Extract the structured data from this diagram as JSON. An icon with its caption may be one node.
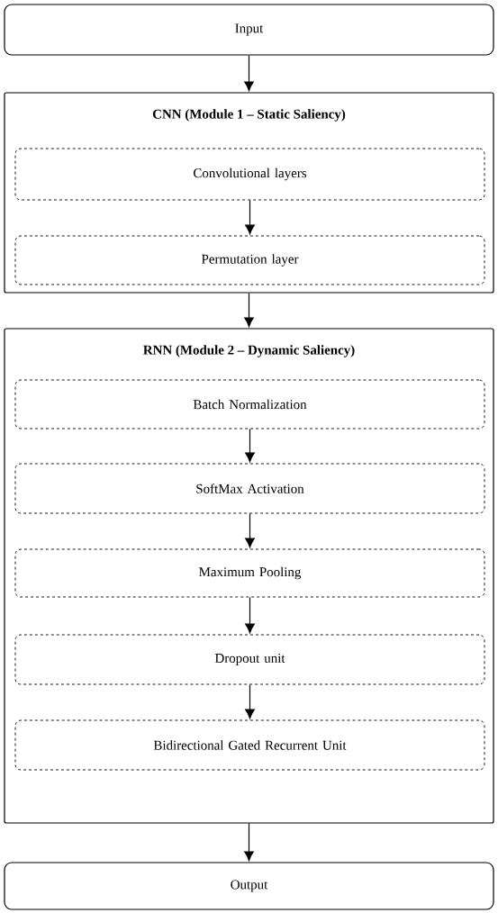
{
  "diagram": {
    "nodes": [
      {
        "text": [
          "Input"
        ]
      },
      {
        "text": [
          "CNN (Module 1 – Static Saliency)"
        ]
      },
      {
        "text": [
          "Convolutional layers"
        ],
        "in": 1
      },
      {
        "text": [
          "Permutation layer"
        ],
        "in": 1
      },
      {
        "text": [
          "RNN (Module 2 – Dynamic Saliency)"
        ]
      },
      {
        "text": [
          "Batch Normalization"
        ],
        "in": 4
      },
      {
        "text": [
          "SoftMax Activation"
        ],
        "in": 4
      },
      {
        "text": [
          "Maximum Pooling"
        ],
        "in": 4
      },
      {
        "text": [
          "Dropout unit"
        ],
        "in": 4
      },
      {
        "text": [
          "Bidirectional Gated Recurrent Unit"
        ],
        "in": 4
      },
      {
        "text": [
          "Output"
        ]
      }
    ],
    "edges": [
      {
        "from": 0,
        "to": 1,
        "arrow": "to"
      },
      {
        "from": 2,
        "to": 3,
        "arrow": "to"
      },
      {
        "from": 1,
        "to": 4,
        "arrow": "to"
      },
      {
        "from": 5,
        "to": 6,
        "arrow": "to"
      },
      {
        "from": 6,
        "to": 7,
        "arrow": "to"
      },
      {
        "from": 7,
        "to": 8,
        "arrow": "to"
      },
      {
        "from": 8,
        "to": 9,
        "arrow": "to"
      },
      {
        "from": 4,
        "to": 10,
        "arrow": "to"
      }
    ]
  }
}
